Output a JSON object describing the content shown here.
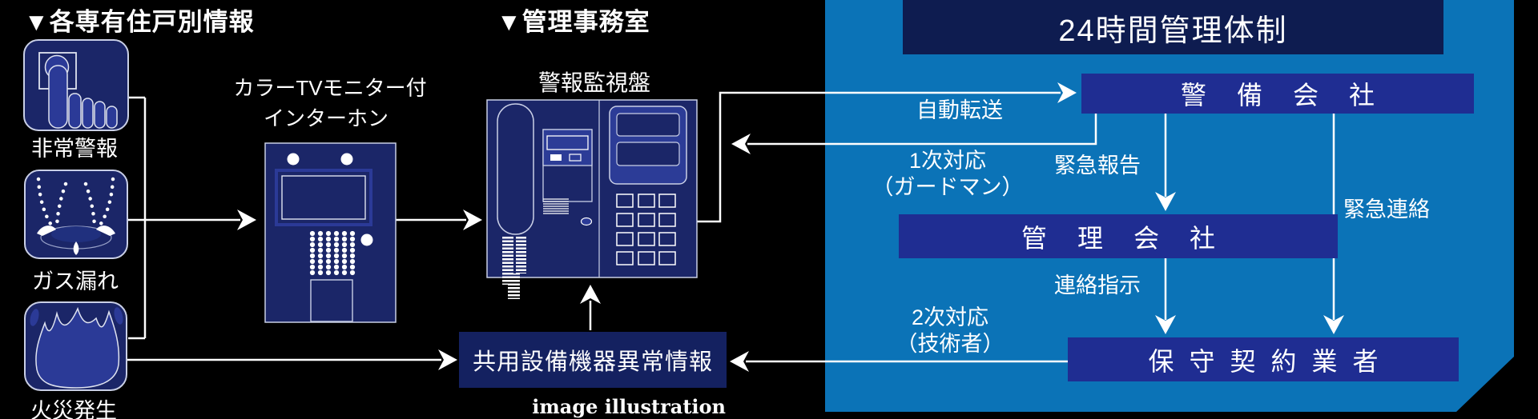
{
  "palette": {
    "bg": "#000000",
    "region-blue": "#0b73b7",
    "box-navy": "#1f2d92",
    "title-navy": "#0e1c50",
    "info-navy": "#142160",
    "device-navy": "#1b2668",
    "device-light": "#2c3c97",
    "shape-blue": "#2b3a97",
    "line-white": "#ffffff"
  },
  "left": {
    "heading": "▼各専有住戸別情報",
    "items": [
      {
        "icon": "emergency-button-icon",
        "label": "非常警報"
      },
      {
        "icon": "gas-leak-icon",
        "label": "ガス漏れ"
      },
      {
        "icon": "fire-icon",
        "label": "火災発生"
      }
    ],
    "intercom": {
      "line1": "カラーTVモニター付",
      "line2": "インターホン"
    }
  },
  "office": {
    "heading": "▼管理事務室",
    "panel_label": "警報監視盤",
    "info_box": "共用設備機器異常情報"
  },
  "right": {
    "title": "24時間管理体制",
    "boxes": {
      "security": "警備会社",
      "management": "管理会社",
      "maintenance": "保守契約業者"
    },
    "flows": {
      "auto_transfer": "自動転送",
      "first_response_l1": "1次対応",
      "first_response_l2": "（ガードマン）",
      "emergency_report": "緊急報告",
      "emergency_contact": "緊急連絡",
      "contact_instruction": "連絡指示",
      "second_response_l1": "2次対応",
      "second_response_l2": "（技術者）"
    }
  },
  "footer": {
    "caption": "image illustration"
  }
}
